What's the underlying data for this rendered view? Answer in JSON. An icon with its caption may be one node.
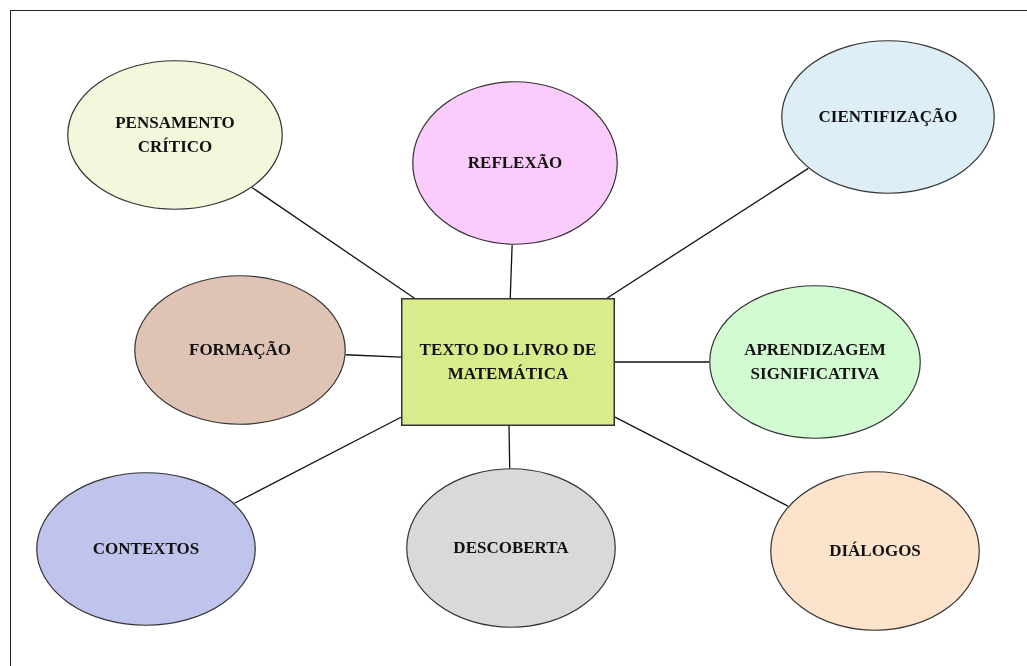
{
  "diagram": {
    "nodes": [
      {
        "text": [
          "PENSAMENTO CRÍTICO"
        ]
      },
      {
        "text": [
          "REFLEXÃO"
        ]
      },
      {
        "text": [
          "CIENTIFIZAÇÃO"
        ]
      },
      {
        "text": [
          "FORMAÇÃO"
        ]
      },
      {
        "text": [
          "TEXTO DO LIVRO DE MATEMÁTICA"
        ]
      },
      {
        "text": [
          "APRENDIZAGEM SIGNIFICATIVA"
        ]
      },
      {
        "text": [
          "CONTEXTOS"
        ]
      },
      {
        "text": [
          "DESCOBERTA"
        ]
      },
      {
        "text": [
          "DIÁLOGOS"
        ]
      }
    ],
    "edges": [
      {
        "from": 4,
        "to": 0,
        "arrow": "none"
      },
      {
        "from": 4,
        "to": 1,
        "arrow": "none"
      },
      {
        "from": 4,
        "to": 2,
        "arrow": "none"
      },
      {
        "from": 4,
        "to": 3,
        "arrow": "none"
      },
      {
        "from": 4,
        "to": 5,
        "arrow": "none"
      },
      {
        "from": 4,
        "to": 6,
        "arrow": "none"
      },
      {
        "from": 4,
        "to": 7,
        "arrow": "none"
      },
      {
        "from": 4,
        "to": 8,
        "arrow": "none"
      }
    ]
  }
}
